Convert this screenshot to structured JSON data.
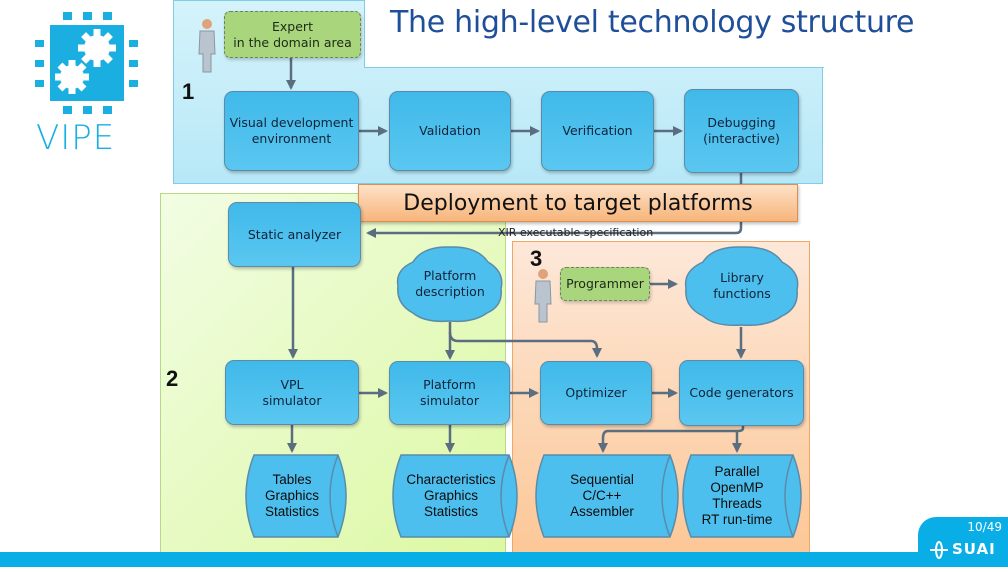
{
  "slide": {
    "title": "The high-level technology structure",
    "logo_text": "VIPE",
    "logo_icon": "chip-with-gears-icon",
    "page_number": "10/49",
    "brand": "SUAI",
    "brand_icon": "suai-cross-icon",
    "colors": {
      "accent": "#0aaee6",
      "title": "#1f4f98",
      "process_box": "#4dbfee",
      "actor_box": "#a9d67c",
      "region1": "#c9eef9",
      "region2": "#e6fbbf",
      "region3": "#fdd7b6",
      "deploy_banner": "#f9c594",
      "connector": "#5a6e80"
    }
  },
  "region1": {
    "number": "1",
    "actor_label": "Expert\nin the domain area",
    "boxes": [
      {
        "label": "Visual development environment"
      },
      {
        "label": "Validation"
      },
      {
        "label": "Verification"
      },
      {
        "label": "Debugging (interactive)"
      }
    ]
  },
  "deployment": {
    "label": "Deployment to target platforms",
    "connector_label": "XIR executable specification"
  },
  "region2": {
    "number": "2",
    "static_analyzer": "Static analyzer",
    "platform_description": "Platform description",
    "vpl_simulator": "VPL simulator",
    "platform_simulator": "Platform simulator",
    "outputs_vpl": [
      "Tables",
      "Graphics",
      "Statistics"
    ],
    "outputs_platform": [
      "Characteristics",
      "Graphics",
      "Statistics"
    ]
  },
  "region3": {
    "number": "3",
    "actor_label": "Programmer",
    "library_functions": "Library functions",
    "optimizer": "Optimizer",
    "code_generators": "Code generators",
    "outputs_sequential": [
      "Sequential",
      "C/C++",
      "Assembler"
    ],
    "outputs_parallel": [
      "Parallel",
      "OpenMP",
      "Threads",
      "RT run-time"
    ]
  }
}
